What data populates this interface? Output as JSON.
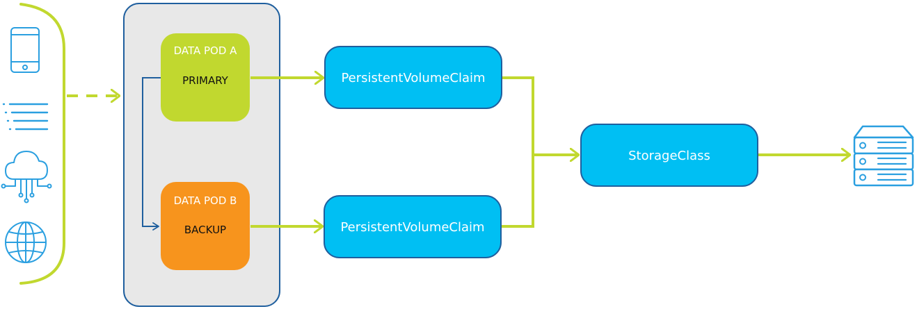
{
  "colors": {
    "lime": "#C1D82F",
    "orange": "#F7941D",
    "cyan": "#00BFF3",
    "navy": "#1F5F9E",
    "icon_blue": "#2A9FE0",
    "container_fill": "#E8E8E8",
    "container_border": "#1F5F9E",
    "text_white": "#FFFFFF",
    "text_dark": "#111111"
  },
  "clients": {
    "icons": [
      "smartphone-icon",
      "list-icon",
      "cloud-network-icon",
      "globe-icon"
    ]
  },
  "pods": {
    "a": {
      "title": "DATA POD A",
      "role": "PRIMARY"
    },
    "b": {
      "title": "DATA POD B",
      "role": "BACKUP"
    }
  },
  "pvc": {
    "top": "PersistentVolumeClaim",
    "bottom": "PersistentVolumeClaim"
  },
  "storage_class": "StorageClass",
  "storage": {
    "icon": "server-storage-icon"
  }
}
